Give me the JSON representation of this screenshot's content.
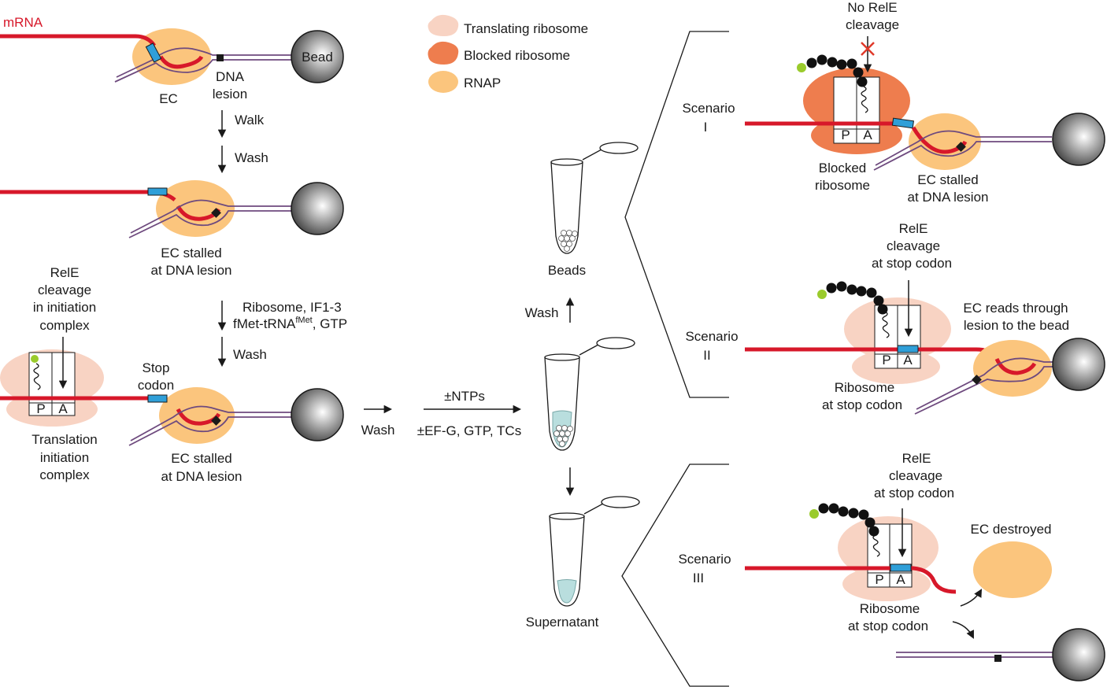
{
  "colors": {
    "mrna": "#d7182a",
    "dna": "#6e4a7e",
    "rnap": "#fbc57d",
    "translating_ribosome": "#f8d3c3",
    "blocked_ribosome": "#ee7d4e",
    "stop_codon": "#2f9fd8",
    "bead_dark": "#4a4a4a",
    "bead_light": "#ffffff",
    "tube_liquid": "#b9dede",
    "fmet": "#9acb2c",
    "cross": "#e03a2a"
  },
  "legend": {
    "translating": "Translating ribosome",
    "blocked": "Blocked ribosome",
    "rnap": "RNAP"
  },
  "left": {
    "mrna": "mRNA",
    "bead": "Bead",
    "ec": "EC",
    "dna_lesion": [
      "DNA",
      "lesion"
    ],
    "walk": "Walk",
    "wash1": "Wash",
    "ec_stalled": [
      "EC stalled",
      "at DNA lesion"
    ],
    "ribosome_line1": "Ribosome, IF1-3",
    "ribosome_line2_main": "fMet-tRNA",
    "ribosome_line2_sup": "fMet",
    "ribosome_line2_end": ", GTP",
    "wash2": "Wash",
    "rele_init": [
      "RelE",
      "cleavage",
      "in initiation",
      "complex"
    ],
    "stop_codon": [
      "Stop",
      "codon"
    ],
    "translation_init": [
      "Translation",
      "initiation",
      "complex"
    ],
    "ec_stalled_2": [
      "EC stalled",
      "at DNA lesion"
    ],
    "site_p": "P",
    "site_a": "A"
  },
  "middle": {
    "wash": "Wash",
    "ntps": "±NTPs",
    "efg": "±EF-G, GTP, TCs",
    "beads": "Beads",
    "wash_up": "Wash",
    "supernatant": "Supernatant"
  },
  "scenarios": {
    "s1": {
      "title": [
        "Scenario",
        "I"
      ],
      "top": [
        "No RelE",
        "cleavage"
      ],
      "blocked": [
        "Blocked",
        "ribosome"
      ],
      "ec": [
        "EC stalled",
        "at DNA lesion"
      ]
    },
    "s2": {
      "title": [
        "Scenario",
        "II"
      ],
      "top": [
        "RelE",
        "cleavage",
        "at stop codon"
      ],
      "reads": [
        "EC reads through",
        "lesion to the bead"
      ],
      "ribosome": [
        "Ribosome",
        "at stop codon"
      ]
    },
    "s3": {
      "title": [
        "Scenario",
        "III"
      ],
      "top": [
        "RelE",
        "cleavage",
        "at stop codon"
      ],
      "destroyed": "EC destroyed",
      "ribosome": [
        "Ribosome",
        "at stop codon"
      ]
    }
  }
}
